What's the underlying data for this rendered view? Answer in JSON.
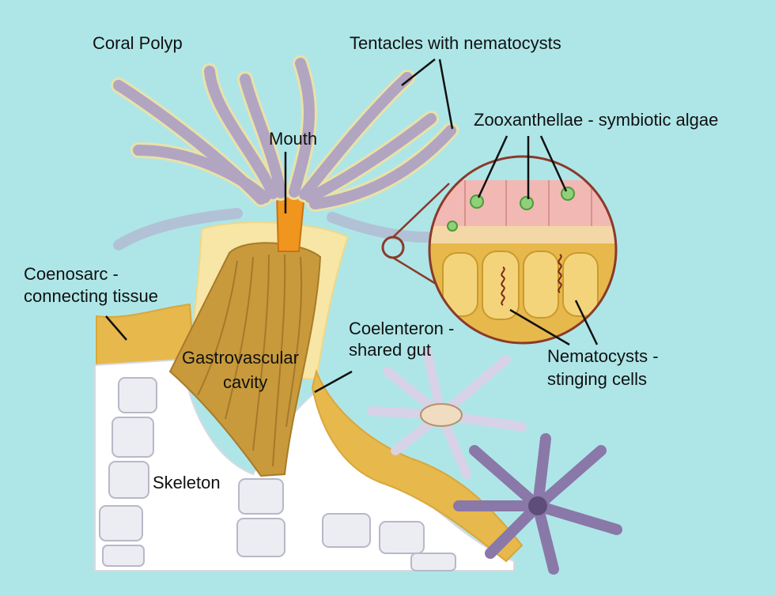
{
  "colors": {
    "background": "#aee6e8",
    "skeleton": "#ffffff",
    "tissue_gold": "#e7b84c",
    "polyp_body": "#f7e6a6",
    "gut": "#c89a3c",
    "mouth": "#f0951e",
    "tentacle": "#b2a5c2",
    "zoox_algae": "#8fd07a",
    "magnifier_ring": "#8a3a2a",
    "cell_pink": "#f2b8b4"
  },
  "labels": {
    "title": "Coral Polyp",
    "tentacles": "Tentacles with nematocysts",
    "zooxanthellae": "Zooxanthellae - symbiotic algae",
    "mouth": "Mouth",
    "coenosarc_1": "Coenosarc -",
    "coenosarc_2": "connecting tissue",
    "coelenteron_1": "Coelenteron -",
    "coelenteron_2": "shared gut",
    "gastro_1": "Gastrovascular",
    "gastro_2": "cavity",
    "nematocysts_1": "Nematocysts -",
    "nematocysts_2": "stinging cells",
    "skeleton": "Skeleton"
  }
}
